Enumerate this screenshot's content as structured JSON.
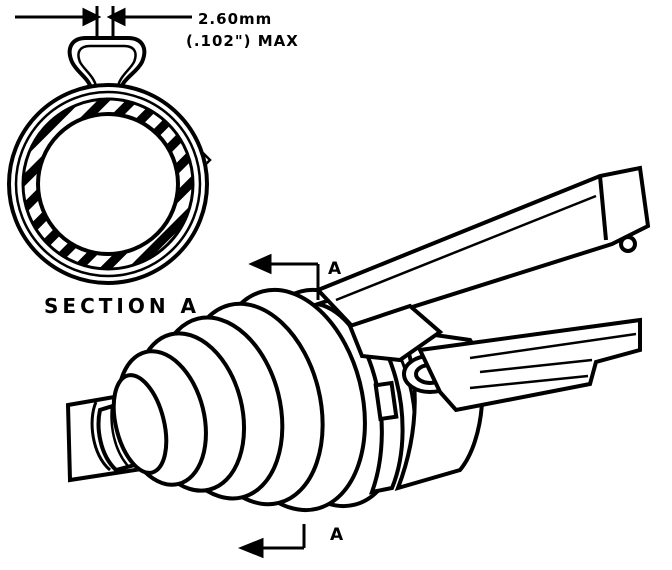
{
  "callout": {
    "gap_metric": "2.60mm",
    "gap_imperial": "(.102\") MAX"
  },
  "section_title": "SECTION A",
  "cut_marks": {
    "top": "A",
    "bottom": "A"
  },
  "colors": {
    "ink": "#000000",
    "paper": "#ffffff"
  }
}
